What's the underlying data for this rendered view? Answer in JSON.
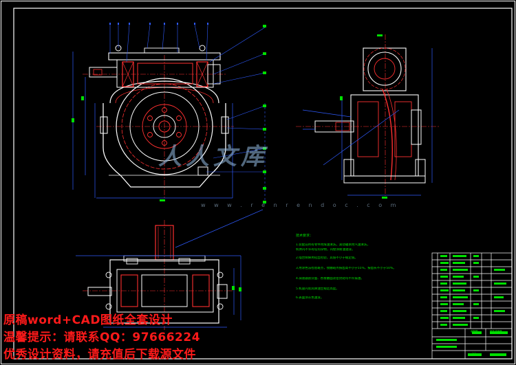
{
  "notes": {
    "title": "技术要求：",
    "lines": [
      "1.装配前所有零件用煤油清洗，滚动轴承用汽油清洗，",
      "  机体内不许有任何杂物，内壁涂耐油油漆。",
      "2.啮合侧隙用铅丝检验，其值不小于规定值。",
      "3.用涂色法检验斑点，接触斑点按齿高不小于55%，按齿长不小于50%。",
      "4.减速器剖分面、各接触面及密封处均不许漏油。",
      "5.机座内装润滑油至规定高度。",
      "6.表面涂灰色油漆。"
    ]
  },
  "title_block": {
    "name": "蜗杆减速器",
    "scale": "1:2",
    "sheet": "装配图"
  },
  "watermark": {
    "line1": "原稿word+CAD图纸全套设计",
    "line2": "温馨提示：请联系QQ：97666224",
    "line3": "优秀设计资料，请充值后下载源文件",
    "brand": "人人文库",
    "site": "w w w . r e n r e n d o c . c o m"
  }
}
